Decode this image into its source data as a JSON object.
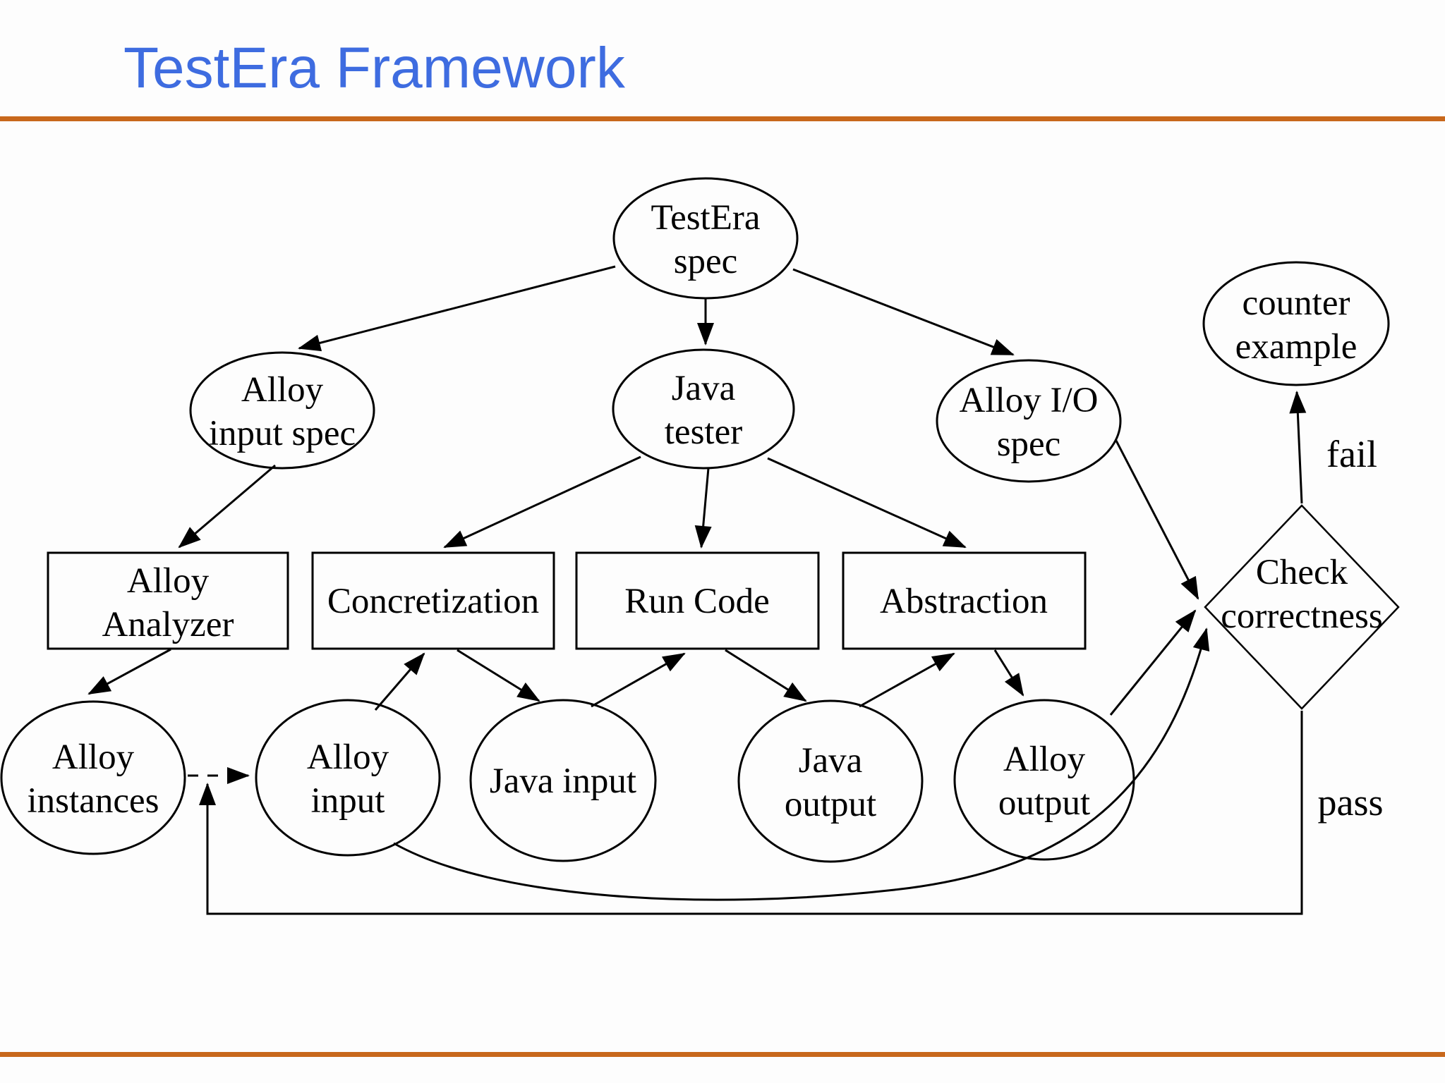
{
  "title": {
    "text": "TestEra Framework"
  },
  "colors": {
    "title": "#3e6ce0",
    "rule": "#c8681c",
    "diagram_stroke": "#000000",
    "background": "#fdfdfd"
  },
  "nodes": {
    "testera_spec": {
      "line1": "TestEra",
      "line2": "spec"
    },
    "alloy_input_spec": {
      "line1": "Alloy",
      "line2": "input spec"
    },
    "java_tester": {
      "line1": "Java",
      "line2": "tester"
    },
    "alloy_io_spec": {
      "line1": "Alloy I/O",
      "line2": "spec"
    },
    "counter_example": {
      "line1": "counter",
      "line2": "example"
    },
    "alloy_analyzer": {
      "line1": "Alloy",
      "line2": "Analyzer"
    },
    "concretization": {
      "label": "Concretization"
    },
    "run_code": {
      "label": "Run Code"
    },
    "abstraction": {
      "label": "Abstraction"
    },
    "check_correctness": {
      "line1": "Check",
      "line2": "correctness"
    },
    "alloy_instances": {
      "line1": "Alloy",
      "line2": "instances"
    },
    "alloy_input": {
      "line1": "Alloy",
      "line2": "input"
    },
    "java_input": {
      "label": "Java input"
    },
    "java_output": {
      "line1": "Java",
      "line2": "output"
    },
    "alloy_output": {
      "line1": "Alloy",
      "line2": "output"
    }
  },
  "edge_labels": {
    "fail": "fail",
    "pass": "pass"
  }
}
